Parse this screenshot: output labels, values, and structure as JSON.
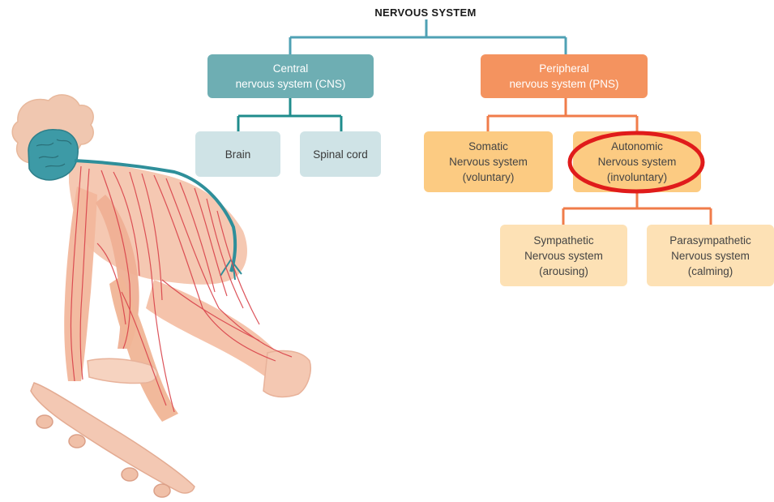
{
  "title": "NERVOUS SYSTEM",
  "nodes": {
    "cns": "Central\nnervous system (CNS)",
    "brain": "Brain",
    "spinal_cord": "Spinal cord",
    "pns": "Peripheral\nnervous system (PNS)",
    "somatic": "Somatic\nNervous system\n(voluntary)",
    "autonomic": "Autonomic\nNervous system\n(involuntary)",
    "sympathetic": "Sympathetic\nNervous system\n(arousing)",
    "parasympathetic": "Parasympathetic\nNervous system\n(calming)"
  },
  "colors": {
    "cns_line": "#3f9aa8",
    "pns_line": "#f07c4a",
    "highlight": "#e01b1b",
    "body": "#f2b79c",
    "nerve": "#d9424a",
    "brain": "#3d9aa6"
  },
  "illustration": "skateboarder-nervous-system"
}
